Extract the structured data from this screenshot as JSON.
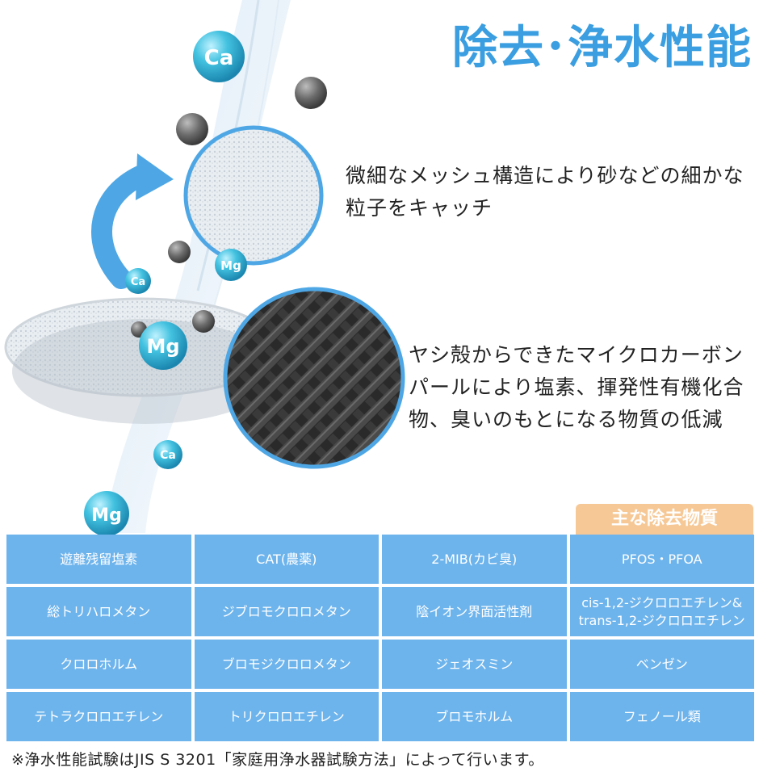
{
  "title": "除去･浄水性能",
  "feature1": {
    "line1": "微細なメッシュ構造により砂などの細かな",
    "line2": "粒子をキャッチ"
  },
  "feature2": {
    "line1": "ヤシ殻からできたマイクロカーボン",
    "line2": "パールにより塩素、揮発性有機化合",
    "line3": "物、臭いのもとになる物質の低減"
  },
  "badge": "主な除去物質",
  "table": {
    "cells": [
      "遊離残留塩素",
      "CAT(農薬)",
      "2-MIB(カビ臭)",
      "PFOS・PFOA",
      "総トリハロメタン",
      "ジブロモクロロメタン",
      "陰イオン界面活性剤",
      "cis-1,2-ジクロロエチレン&\ntrans-1,2-ジクロロエチレン",
      "クロロホルム",
      "ブロモジクロロメタン",
      "ジェオスミン",
      "ベンゼン",
      "テトラクロロエチレン",
      "トリクロロエチレン",
      "ブロモホルム",
      "フェノール類"
    ]
  },
  "note": "※浄水性能試験はJIS S 3201「家庭用浄水器試験方法」によって行います。",
  "ions": {
    "ca": "Ca",
    "mg": "Mg"
  },
  "colors": {
    "accent": "#3a9ee0",
    "table": "#6eb4ec",
    "badge": "#f6c896",
    "ion": "#3fb8d6"
  }
}
